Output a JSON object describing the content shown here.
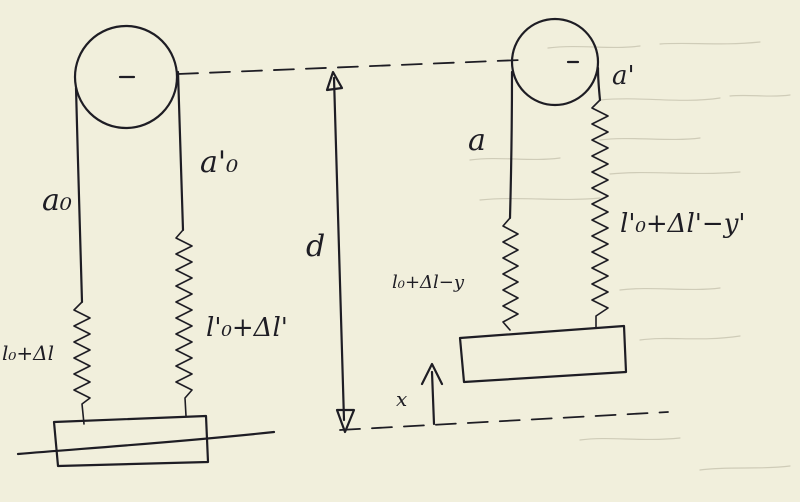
{
  "labels": {
    "a0": "a₀",
    "a0_prime": "a'₀",
    "l0_dl": "l₀+Δl",
    "l0p_dlp": "l'₀+Δl'",
    "d": "d",
    "a": "a",
    "a_prime": "a'",
    "l0_dl_y": "l₀+Δl−y",
    "l0p_dlp_yp": "l'₀+Δl'−y'",
    "x": "x"
  },
  "colors": {
    "paper": "#f1efdc",
    "ink": "#1e1d24",
    "show_through": "#cfccb8"
  }
}
